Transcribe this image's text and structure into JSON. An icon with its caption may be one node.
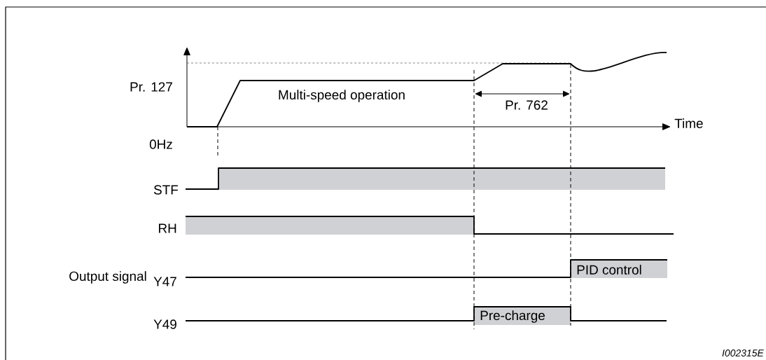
{
  "diagram": {
    "nodes": [
      {
        "text": [
          "PID control"
        ]
      },
      {
        "text": [
          "Pre-charge"
        ]
      }
    ],
    "labels": [
      "Pr. 127",
      "Multi-speed operation",
      "Pr. 762",
      "Time",
      "0Hz",
      "STF",
      "RH",
      "Output signal",
      "Y47",
      "Y49",
      "I002315E"
    ]
  }
}
